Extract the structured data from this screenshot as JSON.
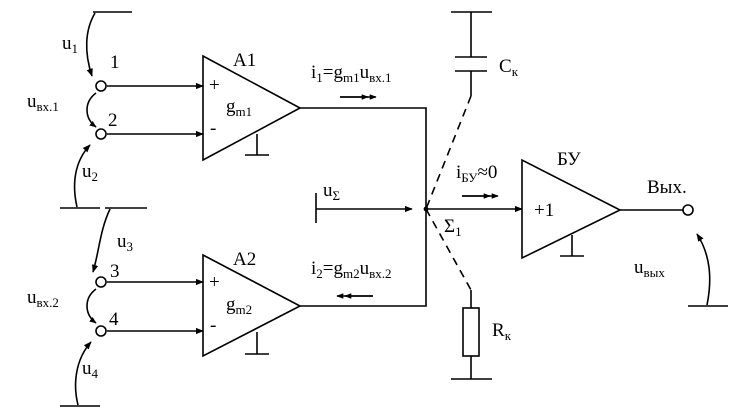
{
  "amplifiers": {
    "a1": {
      "name": "A1",
      "plus": "+",
      "minus": "-",
      "g_main": "g",
      "g_sub": "m1"
    },
    "a2": {
      "name": "A2",
      "plus": "+",
      "minus": "-",
      "g_main": "g",
      "g_sub": "m2"
    },
    "buffer": {
      "name": "БУ",
      "gain": "+1"
    }
  },
  "inputs": {
    "u1": {
      "main": "u",
      "sub": "1"
    },
    "u2": {
      "main": "u",
      "sub": "2"
    },
    "u3": {
      "main": "u",
      "sub": "3"
    },
    "u4": {
      "main": "u",
      "sub": "4"
    },
    "uin1": {
      "main": "u",
      "sub": "вх.1"
    },
    "uin2": {
      "main": "u",
      "sub": "вх.2"
    },
    "node1": "1",
    "node2": "2",
    "node3": "3",
    "node4": "4"
  },
  "currents": {
    "i1": {
      "p1": "i",
      "s1": "1",
      "p2": "=g",
      "s2": "m1",
      "p3": "u",
      "s3": "вх.1"
    },
    "i2": {
      "p1": "i",
      "s1": "2",
      "p2": "=g",
      "s2": "m2",
      "p3": "u",
      "s3": "вх.2"
    },
    "ibu": {
      "p1": "i",
      "s1": "БУ",
      "p2": "≈0"
    }
  },
  "summing": {
    "u_sigma": {
      "main": "u",
      "sub": "Σ"
    },
    "node": {
      "main": "Σ",
      "sub": "1"
    }
  },
  "components": {
    "ck": {
      "main": "C",
      "sub": "к"
    },
    "rk": {
      "main": "R",
      "sub": "к"
    }
  },
  "output": {
    "label": "Вых.",
    "u_out": {
      "main": "u",
      "sub": "вых"
    }
  }
}
